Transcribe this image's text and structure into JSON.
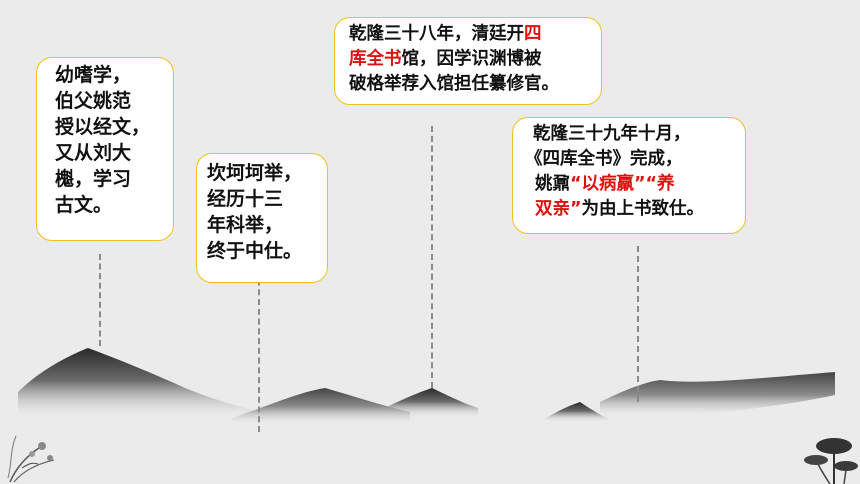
{
  "colors": {
    "background": "#ebebeb",
    "card_border": "#f0c020",
    "highlight": "#e01010",
    "text": "#111111",
    "mountain": "#3a3a3a"
  },
  "icons": [
    "orchid-ink-decoration-icon",
    "lotus-ink-decoration-icon"
  ],
  "notes": [
    {
      "lines": [
        [
          {
            "text": "幼嗜学，"
          }
        ],
        [
          {
            "text": "伯父姚范"
          }
        ],
        [
          {
            "text": "授以经文，"
          }
        ],
        [
          {
            "text": "又从刘大"
          }
        ],
        [
          {
            "text": "櫆，学习"
          }
        ],
        [
          {
            "text": "古文。"
          }
        ]
      ]
    },
    {
      "lines": [
        [
          {
            "text": "坎坷坷举，"
          }
        ],
        [
          {
            "text": "经历十三"
          }
        ],
        [
          {
            "text": "年科举，"
          }
        ],
        [
          {
            "text": "终于中仕。"
          }
        ]
      ]
    },
    {
      "lines": [
        [
          {
            "text": "乾隆三十八年，清廷开"
          },
          {
            "text": "四",
            "hl": true
          }
        ],
        [
          {
            "text": "库全书",
            "hl": true
          },
          {
            "text": "馆，因学识渊博被"
          }
        ],
        [
          {
            "text": "破格举荐入馆担任纂修官。"
          }
        ]
      ]
    },
    {
      "lines": [
        [
          {
            "text": "乾隆三十九年十月，"
          }
        ],
        [
          {
            "text": "《四库全书》完成，"
          }
        ],
        [
          {
            "text": "姚鼐"
          },
          {
            "text": "“以病羸”“养",
            "hl": true
          }
        ],
        [
          {
            "text": "双亲”",
            "hl": true
          },
          {
            "text": "为由上书致仕。"
          }
        ]
      ]
    }
  ]
}
